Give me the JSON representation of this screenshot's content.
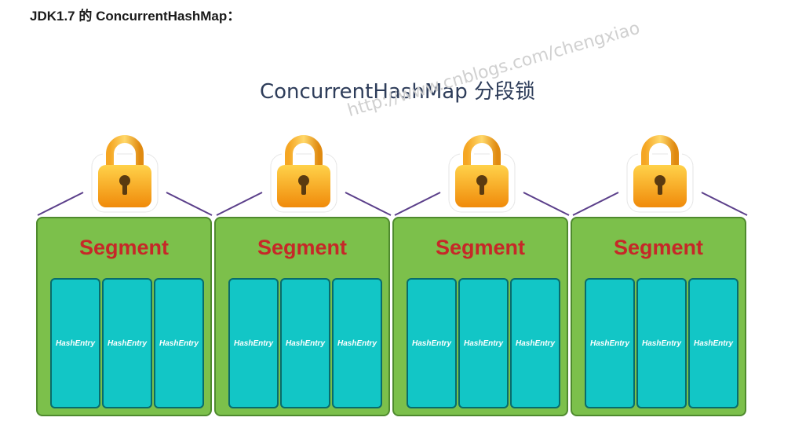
{
  "heading": "JDK1.7 的 ConcurrentHashMap：",
  "diagram_title": "ConcurrentHashMap 分段锁",
  "watermark": "http://www.cnblogs.com/chengxiao",
  "segments": [
    {
      "label": "Segment",
      "entries": [
        "HashEntry",
        "HashEntry",
        "HashEntry"
      ]
    },
    {
      "label": "Segment",
      "entries": [
        "HashEntry",
        "HashEntry",
        "HashEntry"
      ]
    },
    {
      "label": "Segment",
      "entries": [
        "HashEntry",
        "HashEntry",
        "HashEntry"
      ]
    },
    {
      "label": "Segment",
      "entries": [
        "HashEntry",
        "HashEntry",
        "HashEntry"
      ]
    }
  ],
  "colors": {
    "segment_fill": "#7cc04b",
    "entry_fill": "#12c6c6",
    "segment_text": "#c62828",
    "lock_body": "#f39c12",
    "connector": "#5b3f8a"
  },
  "icons": {
    "lock": "padlock-icon"
  }
}
